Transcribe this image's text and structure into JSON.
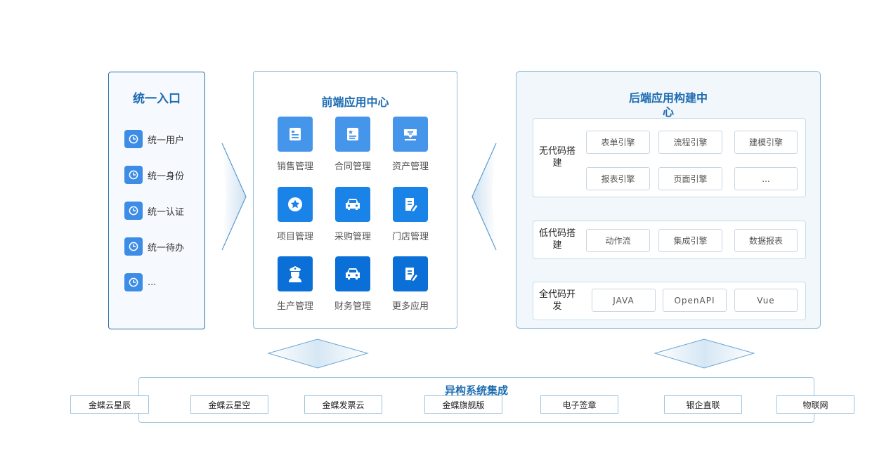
{
  "entry": {
    "title": "统一入口",
    "items": [
      "统一用户",
      "统一身份",
      "统一认证",
      "统一待办",
      "..."
    ]
  },
  "front": {
    "title": "前端应用中心",
    "apps": [
      {
        "label": "销售管理",
        "icon": "document-icon",
        "color": "#4595ea"
      },
      {
        "label": "合同管理",
        "icon": "contract-icon",
        "color": "#4595ea"
      },
      {
        "label": "资产管理",
        "icon": "asset-icon",
        "color": "#4595ea"
      },
      {
        "label": "项目管理",
        "icon": "star-icon",
        "color": "#1a83e8"
      },
      {
        "label": "采购管理",
        "icon": "car-icon",
        "color": "#1a83e8"
      },
      {
        "label": "门店管理",
        "icon": "edit-document-icon",
        "color": "#1a83e8"
      },
      {
        "label": "生产管理",
        "icon": "worker-icon",
        "color": "#0a6fd6"
      },
      {
        "label": "财务管理",
        "icon": "car-icon",
        "color": "#0a6fd6"
      },
      {
        "label": "更多应用",
        "icon": "edit-document-icon",
        "color": "#0a6fd6"
      }
    ]
  },
  "back": {
    "title": "后端应用构建中心",
    "groups": [
      {
        "label": "无代码搭建",
        "chips": [
          "表单引擎",
          "流程引擎",
          "建模引擎",
          "报表引擎",
          "页面引擎",
          "..."
        ]
      },
      {
        "label": "低代码搭建",
        "chips": [
          "动作流",
          "集成引擎",
          "数据报表"
        ]
      },
      {
        "label": "全代码开发",
        "chips": [
          "JAVA",
          "OpenAPI",
          "Vue"
        ]
      }
    ]
  },
  "integration": {
    "title": "异构系统集成",
    "systems": [
      "金蝶云星辰",
      "金蝶云星空",
      "金蝶发票云",
      "金蝶旗舰版",
      "电子签章",
      "银企直联",
      "物联网"
    ]
  },
  "colors": {
    "accent": "#1d6cb1",
    "icon_blue": "#3d8ce6",
    "border": "#8fbcd9"
  }
}
